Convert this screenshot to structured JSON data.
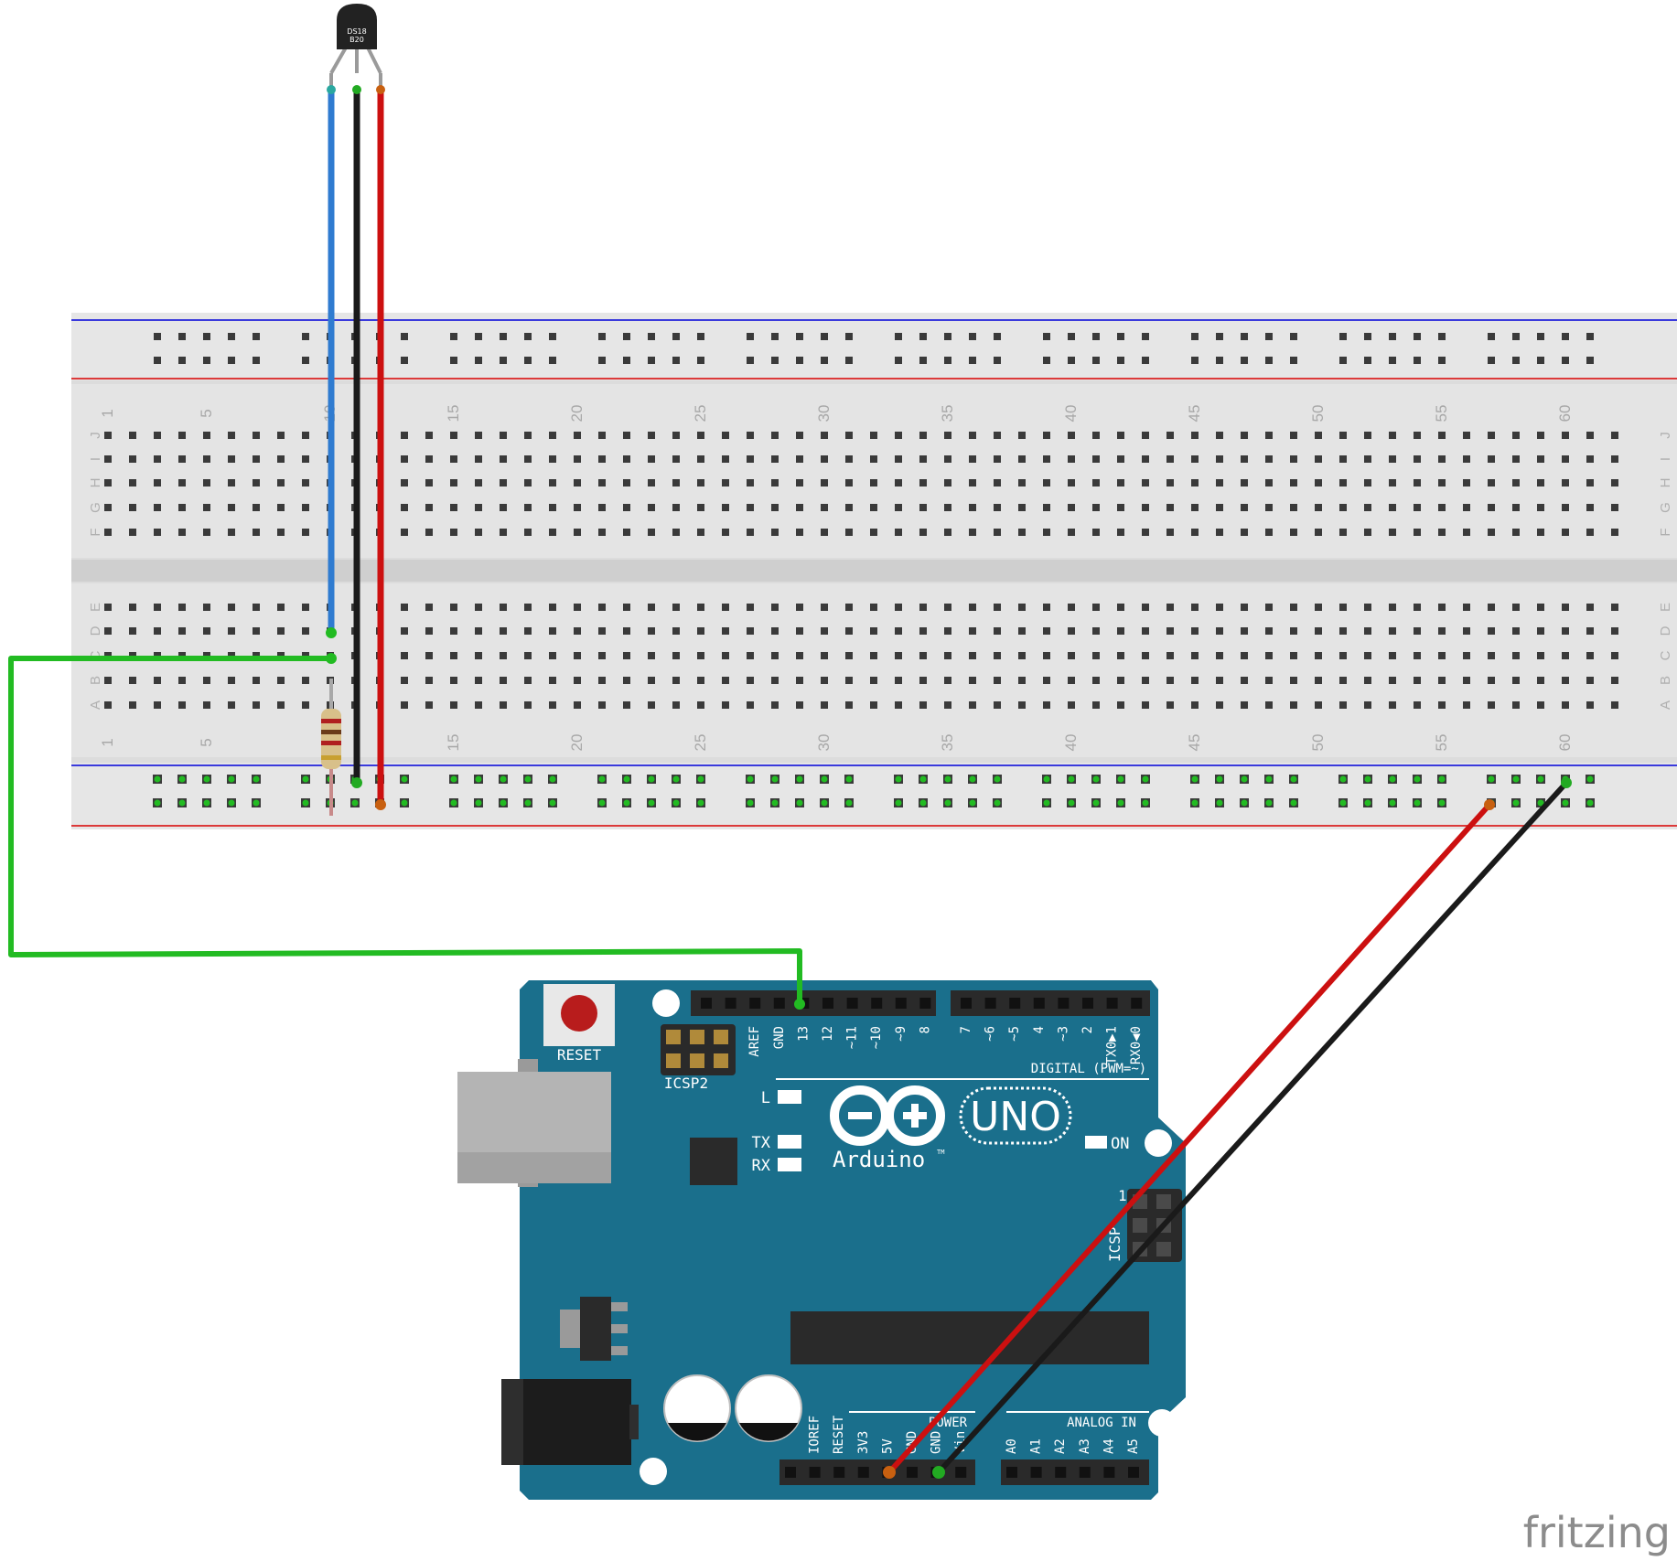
{
  "sensor": {
    "label_line1": "DS18",
    "label_line2": "B20"
  },
  "breadboard": {
    "column_numbers": [
      "1",
      "5",
      "10",
      "15",
      "20",
      "25",
      "30",
      "35",
      "40",
      "45",
      "50",
      "55",
      "60"
    ],
    "top_rows": [
      "J",
      "I",
      "H",
      "G",
      "F"
    ],
    "bottom_rows": [
      "E",
      "D",
      "C",
      "B",
      "A"
    ]
  },
  "arduino": {
    "reset_label": "RESET",
    "icsp2_label": "ICSP2",
    "icsp_label": "ICSP",
    "icsp_pin1": "1",
    "led_l": "L",
    "led_tx": "TX",
    "led_rx": "RX",
    "on_label": "ON",
    "uno_label": "UNO",
    "brand_label": "Arduino",
    "tm": "TM",
    "digital_label": "DIGITAL (PWM=~)",
    "power_label": "POWER",
    "analog_label": "ANALOG IN",
    "digital_pins": [
      "AREF",
      "GND",
      "13",
      "12",
      "~11",
      "~10",
      "~9",
      "8",
      "7",
      "~6",
      "~5",
      "4",
      "~3",
      "2",
      "TX0▶1",
      "RX0◀0"
    ],
    "power_pins": [
      "IOREF",
      "RESET",
      "3V3",
      "5V",
      "GND",
      "GND",
      "Vin"
    ],
    "analog_pins": [
      "A0",
      "A1",
      "A2",
      "A3",
      "A4",
      "A5"
    ]
  },
  "watermark": "fritzing",
  "colors": {
    "board": "#1a6f8c",
    "wire_blue": "#2f7bd0",
    "wire_black": "#1a1a1a",
    "wire_red": "#cc1010",
    "wire_green": "#22bb22"
  }
}
